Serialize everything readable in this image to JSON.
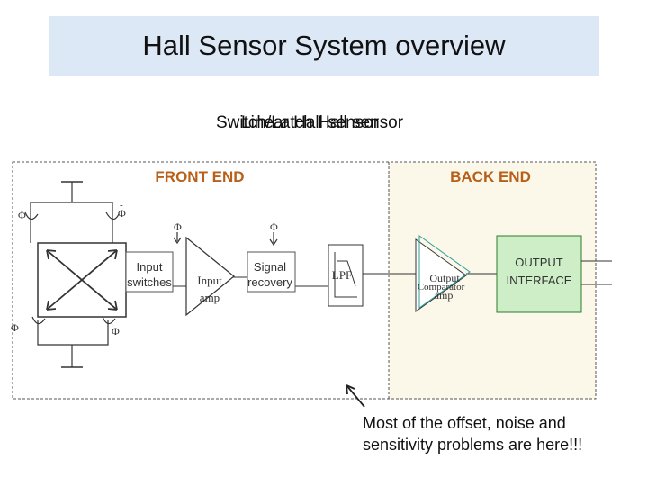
{
  "slide": {
    "title": "Hall Sensor System overview",
    "subtitle_overlap": [
      "Switch/Latch Hall sensor",
      "Linear Hall sensor"
    ]
  },
  "diagram": {
    "front_end_label": "FRONT END",
    "back_end_label": "BACK END",
    "blocks": {
      "input_switches": [
        "Input",
        "switches"
      ],
      "input_amp": [
        "Input",
        "amp"
      ],
      "signal_recovery": [
        "Signal",
        "recovery"
      ],
      "lpf": "LPF",
      "output_amp": [
        "Output",
        "amp"
      ],
      "comparator": "Comparator",
      "output_interface": [
        "OUTPUT",
        "INTERFACE"
      ]
    },
    "phase_symbol": "Φ",
    "phase_bar": "-",
    "colors": {
      "front_end_text": "#b8601a",
      "back_end_text": "#b8601a",
      "back_end_fill": "#fbf8e9",
      "output_interface_fill": "#cdeec6",
      "output_interface_border": "#2d7a2d",
      "title_bg": "#dde8f6"
    }
  },
  "annotation": {
    "lines": [
      "Most of the offset, noise and",
      "sensitivity problems are here!!!"
    ]
  }
}
